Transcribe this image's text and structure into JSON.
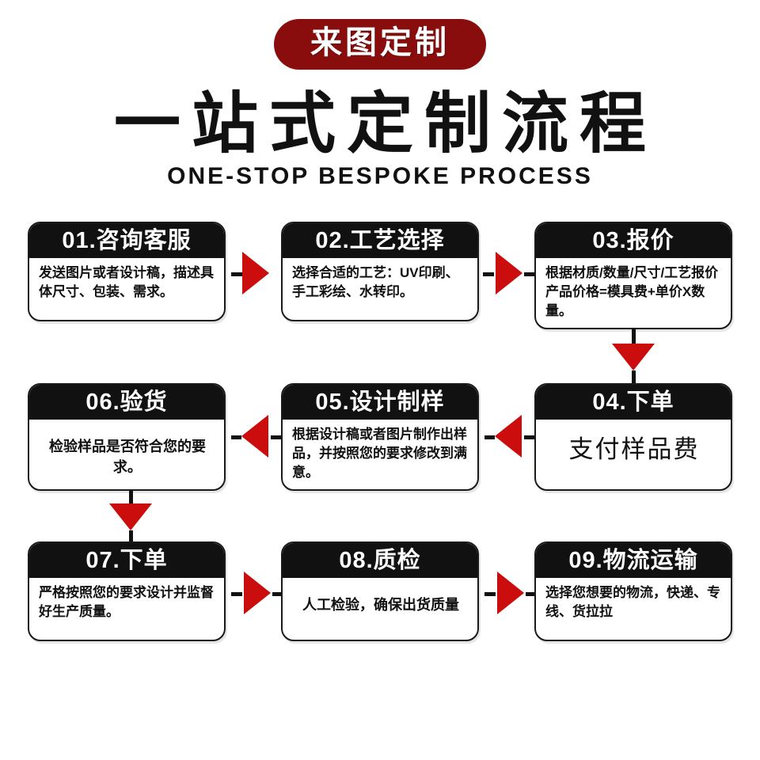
{
  "header": {
    "badge": "来图定制",
    "title": "一站式定制流程",
    "subtitle": "ONE-STOP BESPOKE PROCESS"
  },
  "colors": {
    "badge_red": "#8a0d0d",
    "arrow_red": "#cc0d0d",
    "header_black": "#111111",
    "background": "#ffffff"
  },
  "steps": [
    {
      "number": "01",
      "title": "01.咨询客服",
      "body": "发送图片或者设计稿，描述具体尺寸、包装、需求。"
    },
    {
      "number": "02",
      "title": "02.工艺选择",
      "body": "选择合适的工艺：UV印刷、手工彩绘、水转印。"
    },
    {
      "number": "03",
      "title": "03.报价",
      "body": "根据材质/数量/尺寸/工艺报价产品价格=模具费+单价X数量。"
    },
    {
      "number": "04",
      "title": "04.下单",
      "body": "支付样品费"
    },
    {
      "number": "05",
      "title": "05.设计制样",
      "body": "根据设计稿或者图片制作出样品，并按照您的要求修改到满意。"
    },
    {
      "number": "06",
      "title": "06.验货",
      "body": "检验样品是否符合您的要求。"
    },
    {
      "number": "07",
      "title": "07.下单",
      "body": "严格按照您的要求设计并监督好生产质量。"
    },
    {
      "number": "08",
      "title": "08.质检",
      "body": "人工检验，确保出货质量"
    },
    {
      "number": "09",
      "title": "09.物流运输",
      "body": "选择您想要的物流，快递、专线、货拉拉"
    }
  ],
  "connectors": [
    {
      "name": "arrow-01-to-02",
      "direction": "right"
    },
    {
      "name": "arrow-02-to-03",
      "direction": "right"
    },
    {
      "name": "arrow-03-to-04",
      "direction": "down"
    },
    {
      "name": "arrow-04-to-05",
      "direction": "left"
    },
    {
      "name": "arrow-05-to-06",
      "direction": "left"
    },
    {
      "name": "arrow-06-to-07",
      "direction": "down"
    },
    {
      "name": "arrow-07-to-08",
      "direction": "right"
    },
    {
      "name": "arrow-08-to-09",
      "direction": "right"
    }
  ]
}
